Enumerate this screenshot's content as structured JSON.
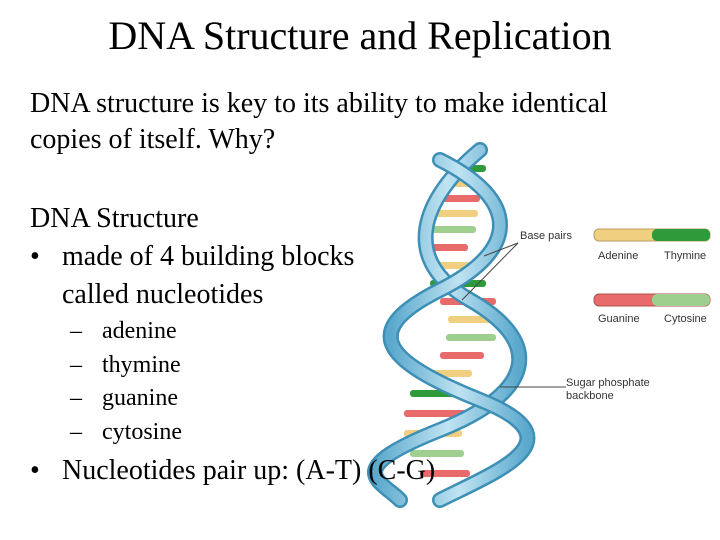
{
  "slide": {
    "title": "DNA Structure and Replication",
    "intro_line1": "DNA structure is key to its ability to make identical",
    "intro_line2": "copies of itself. Why?",
    "section_heading": "DNA Structure",
    "bullet1_line1": "made of 4 building blocks",
    "bullet1_line2": "called nucleotides",
    "nucleotides": [
      "adenine",
      "thymine",
      "guanine",
      "cytosine"
    ],
    "bullet2": "Nucleotides pair up: (A-T) (C-G)",
    "bullet_glyph": "•",
    "dash_glyph": "–"
  },
  "figure": {
    "base_pairs_label": "Base pairs",
    "adenine_label": "Adenine",
    "thymine_label": "Thymine",
    "guanine_label": "Guanine",
    "cytosine_label": "Cytosine",
    "backbone_label_line1": "Sugar phosphate",
    "backbone_label_line2": "backbone",
    "colors": {
      "adenine": "#f0d080",
      "thymine": "#2e9a3a",
      "guanine": "#e86a6a",
      "cytosine": "#9fcf8f",
      "backbone": "#8fc8e0"
    }
  }
}
